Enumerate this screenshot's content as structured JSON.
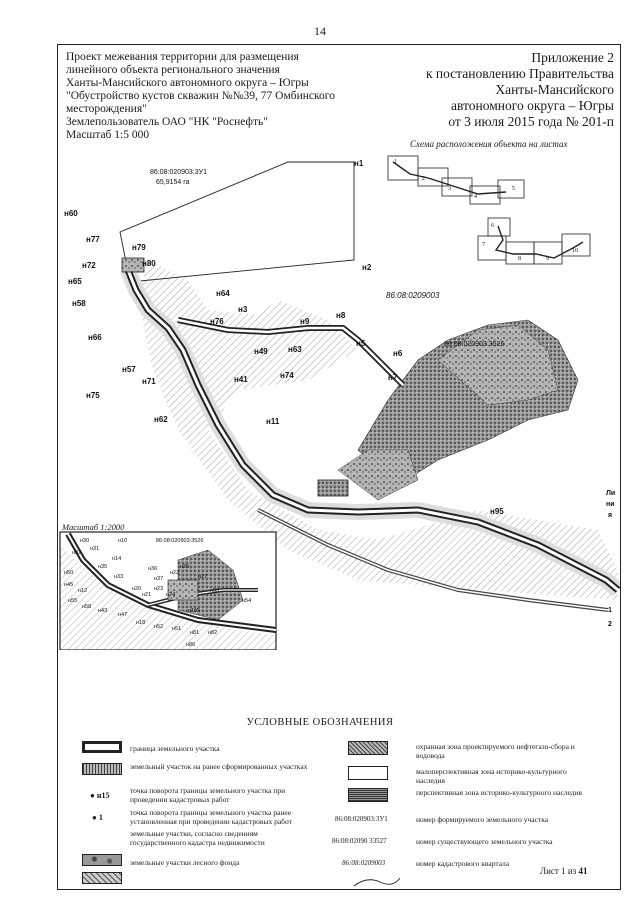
{
  "page_number": "14",
  "header": {
    "left_lines": [
      "Проект межевания территории для размещения",
      "линейного объекта регионального значения",
      "Ханты-Мансийского автономного округа – Югры",
      "\"Обустройство кустов скважин №№39, 77 Омбинского",
      "месторождения\"",
      "Землепользователь ОАО \"НК \"Роснефть\"",
      "Масштаб 1:5 000"
    ],
    "right_lines": [
      "Приложение 2",
      "к постановлению Правительства",
      "Ханты-Мансийского",
      "автономного округа – Югры",
      "от 3 июля 2015 года № 201-п"
    ]
  },
  "inset_schema": {
    "title": "Схема расположения объекта на листах",
    "sheets": [
      "1",
      "2",
      "3",
      "4",
      "5",
      "6",
      "7",
      "8",
      "9",
      "10"
    ]
  },
  "map": {
    "parcel_label_main": "86:08:020903:3У1",
    "parcel_area": "65,9154 га",
    "quarter_label": "86:08:0209003",
    "parcel_label_east": "86:08:020903:3526",
    "right_edge_labels": [
      "Ли",
      "ни",
      "я",
      "1",
      "2"
    ],
    "points": [
      "н1",
      "н2",
      "н60",
      "н77",
      "н79",
      "н80",
      "н72",
      "н65",
      "н58",
      "н64",
      "н3",
      "н76",
      "н66",
      "н9",
      "н8",
      "н5",
      "н6",
      "н49",
      "н63",
      "н74",
      "н57",
      "н71",
      "н75",
      "н41",
      "н62",
      "н11",
      "н7",
      "н95",
      "н5"
    ]
  },
  "detail_inset": {
    "scale": "Масштаб 1:2000",
    "parcel_label": "86:08:020903:3526",
    "points": [
      "н30",
      "н31",
      "н32",
      "н10",
      "н14",
      "н35",
      "н33",
      "н50",
      "н36",
      "н45",
      "н12",
      "н37",
      "н20",
      "н21",
      "н22",
      "н23",
      "н24",
      "н25",
      "н27",
      "н53",
      "н54",
      "н55",
      "н58",
      "н43",
      "н47",
      "н105",
      "н18",
      "н52",
      "н51",
      "н81",
      "н82",
      "н86"
    ]
  },
  "legend": {
    "title": "УСЛОВНЫЕ ОБОЗНАЧЕНИЯ",
    "left": [
      "граница земельного участка",
      "земельный участок на ранее сформированных участках",
      "точка поворота границы земельного участка при проведении кадастровых работ",
      "точка поворота границы земельного участка ранее установленная при проведении кадастровых работ",
      "земельные участки, согласно сведениям государственного кадастра недвижимости",
      "земельные участки лесного фонда"
    ],
    "point_sample_new": "н15",
    "point_sample_old": "1",
    "right": [
      "охранная зона проектируемого нефтегазо-сбора и водовода",
      "малоперспективная зона историко-культурного наследия",
      "перспективная зона историко-культурного наследия",
      "номер формируемого земельного участка",
      "номер существующего земельного участка",
      "номер кадастрового квартала"
    ],
    "sample_new_parcel": "86:08:020903:3У1",
    "sample_existing_parcel": "86:08:02090 33527",
    "sample_quarter": "86:08:0209003"
  },
  "footer": {
    "sheet_prefix": "Лист 1 из",
    "sheet_total": "41"
  },
  "colors": {
    "ink": "#1a1a1a",
    "forest": "#8a8a8a",
    "zone": "#b0b0b0"
  }
}
